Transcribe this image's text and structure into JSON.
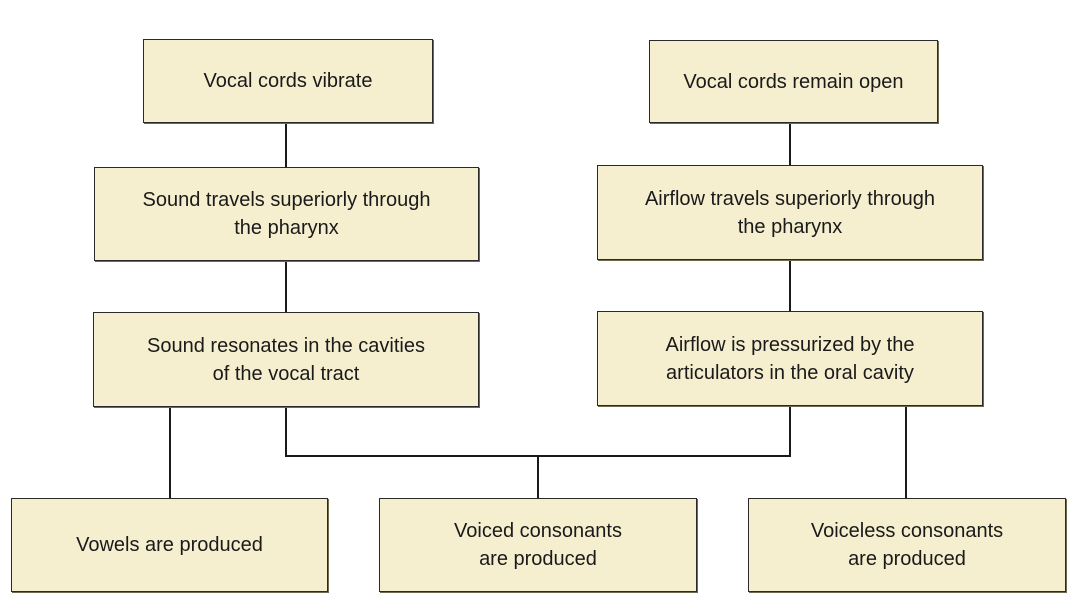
{
  "theme": {
    "box_fill": "#f5eecf",
    "box_border": "#2a2a2a",
    "line_color": "#1a1a1a"
  },
  "nodes": {
    "vocal_cords_vibrate": "Vocal cords vibrate",
    "vocal_cords_open": "Vocal cords remain open",
    "sound_travels": "Sound travels superiorly through\nthe pharynx",
    "airflow_travels": "Airflow travels superiorly through\nthe pharynx",
    "sound_resonates": "Sound resonates in the cavities\nof the vocal tract",
    "airflow_pressurized": "Airflow is pressurized by the\narticulators in the oral cavity",
    "vowels": "Vowels are produced",
    "voiced_consonants": "Voiced consonants\nare produced",
    "voiceless_consonants": "Voiceless consonants\nare produced"
  }
}
